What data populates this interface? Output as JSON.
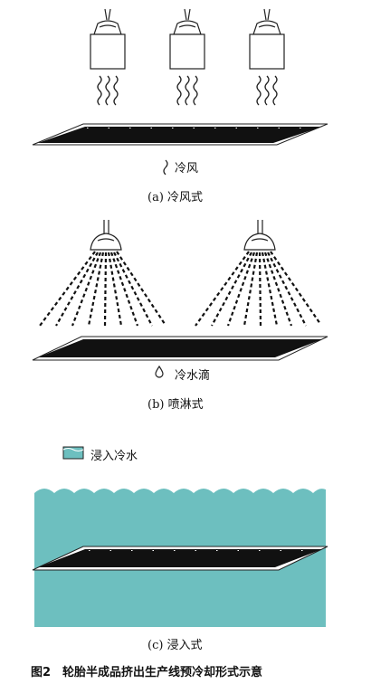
{
  "panel_a": {
    "legend_label": "冷风",
    "caption": "(a) 冷风式"
  },
  "panel_b": {
    "legend_label": "冷水滴",
    "caption": "(b) 喷淋式"
  },
  "panel_c": {
    "legend_label": "浸入冷水",
    "caption": "(c) 浸入式"
  },
  "figure_caption": "图2　轮胎半成品挤出生产线预冷却形式示意",
  "colors": {
    "water": "#6dbfbf",
    "strip": "#111111",
    "line": "#222222"
  },
  "icons": [
    "fan-unit-icon",
    "wind-wave-icon",
    "spray-nozzle-icon",
    "water-drop-icon",
    "water-swatch-icon"
  ]
}
